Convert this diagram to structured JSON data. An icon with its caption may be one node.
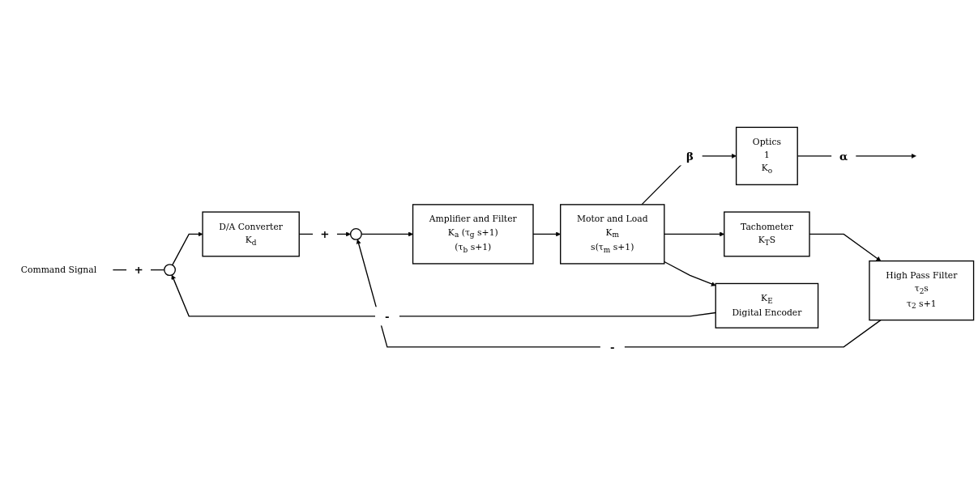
{
  "diagram": {
    "nodes": [
      {
        "text": [
          "Command Signal"
        ]
      },
      {
        "text": [],
        "shape": "circle"
      },
      {
        "text": [
          "D/A Converter",
          "K$_{d}$"
        ]
      },
      {
        "text": [],
        "shape": "circle"
      },
      {
        "text": [
          "Amplifier and Filter",
          "K$_{a}$ (τ$_{g}$ s+1)",
          "(τ$_{b}$ s+1)"
        ]
      },
      {
        "text": [
          "Motor and Load",
          "K$_{m}$",
          "s(τ$_{m}$ s+1)"
        ]
      },
      {
        "text": [
          "Optics",
          "1",
          "K$_{o}$"
        ]
      },
      {
        "text": [
          "Tachometer",
          "K$_{T}$S"
        ]
      },
      {
        "text": [
          "High Pass Filter",
          "τ$_{2}$s",
          "τ$_{2}$ s+1"
        ]
      },
      {
        "text": [
          "K$_{E}$",
          "Digital Encoder"
        ]
      }
    ],
    "edges": [
      {
        "from": 0,
        "to": 1,
        "arrow": "none",
        "label": "+"
      },
      {
        "from": 1,
        "to": 2,
        "arrow": "to"
      },
      {
        "from": 2,
        "to": 3,
        "arrow": "to",
        "label": "+"
      },
      {
        "from": 3,
        "to": 4,
        "arrow": "to"
      },
      {
        "from": 4,
        "to": 5,
        "arrow": "to"
      },
      {
        "from": 5,
        "to": 6,
        "arrow": "to",
        "label": "β"
      },
      {
        "from": 6,
        "to": null,
        "arrow": "to",
        "label": "α"
      },
      {
        "from": 5,
        "to": 7,
        "arrow": "to"
      },
      {
        "from": 7,
        "to": 8,
        "arrow": "to"
      },
      {
        "from": 8,
        "to": 3,
        "arrow": "to",
        "label": "-"
      },
      {
        "from": 5,
        "to": 9,
        "arrow": "to"
      },
      {
        "from": 9,
        "to": 1,
        "arrow": "to",
        "label": "-"
      }
    ]
  }
}
